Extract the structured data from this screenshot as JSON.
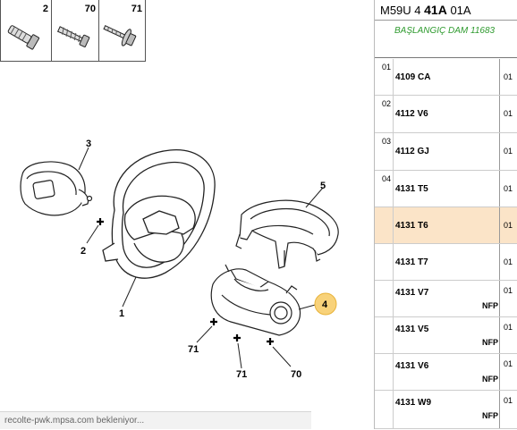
{
  "fasteners": [
    {
      "num": "2"
    },
    {
      "num": "70"
    },
    {
      "num": "71"
    }
  ],
  "callouts": [
    "3",
    "2",
    "1",
    "5",
    "4",
    "71",
    "71",
    "70"
  ],
  "status": {
    "text": "recolte-pwk.mpsa.com bekleniyor..."
  },
  "panel": {
    "ref_prefix": "M59U 4 ",
    "ref_bold": "41A",
    "ref_suffix": " 01A",
    "start_label": "BAŞLANGIÇ DAM 11683"
  },
  "rows": [
    {
      "idx": "01",
      "code": "4109 CA",
      "qty": "01",
      "nfp": "",
      "highlight": false
    },
    {
      "idx": "02",
      "code": "4112 V6",
      "qty": "01",
      "nfp": "",
      "highlight": false
    },
    {
      "idx": "03",
      "code": "4112 GJ",
      "qty": "01",
      "nfp": "",
      "highlight": false
    },
    {
      "idx": "04",
      "code": "4131 T5",
      "qty": "01",
      "nfp": "",
      "highlight": false
    },
    {
      "idx": "",
      "code": "4131 T6",
      "qty": "01",
      "nfp": "",
      "highlight": true
    },
    {
      "idx": "",
      "code": "4131 T7",
      "qty": "01",
      "nfp": "",
      "highlight": false
    },
    {
      "idx": "",
      "code": "4131 V7",
      "qty": "01",
      "nfp": "NFP",
      "highlight": false
    },
    {
      "idx": "",
      "code": "4131 V5",
      "qty": "01",
      "nfp": "NFP",
      "highlight": false
    },
    {
      "idx": "",
      "code": "4131 V6",
      "qty": "01",
      "nfp": "NFP",
      "highlight": false
    },
    {
      "idx": "",
      "code": "4131 W9",
      "qty": "01",
      "nfp": "NFP",
      "highlight": false
    }
  ]
}
